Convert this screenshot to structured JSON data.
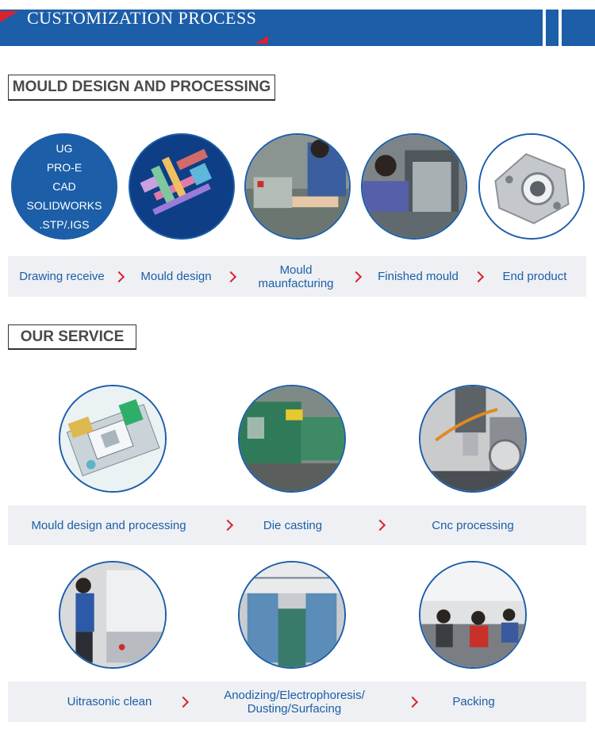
{
  "header": {
    "title": "CUSTOMIZATION PROCESS"
  },
  "mould_section": {
    "title": "MOULD DESIGN AND PROCESSING",
    "software": [
      "UG",
      "PRO-E",
      "CAD",
      "SOLIDWORKS",
      ".STP/.IGS"
    ],
    "steps": [
      "Drawing receive",
      "Mould design",
      "Mould\nmaunfacturing",
      "Finished mould",
      "End product"
    ]
  },
  "service_section": {
    "title": "OUR SERVICE",
    "row1_steps": [
      "Mould design and processing",
      "Die casting",
      "Cnc processing"
    ],
    "row2_steps": [
      "Uitrasonic clean",
      "Anodizing/Electrophoresis/\nDusting/Surfacing",
      "Packing"
    ]
  },
  "colors": {
    "brand_blue": "#1c5ea8",
    "accent_red": "#d9232d",
    "bar_grey": "#eef0f3"
  },
  "icons": {
    "step_separator": "chevron-right-icon"
  }
}
